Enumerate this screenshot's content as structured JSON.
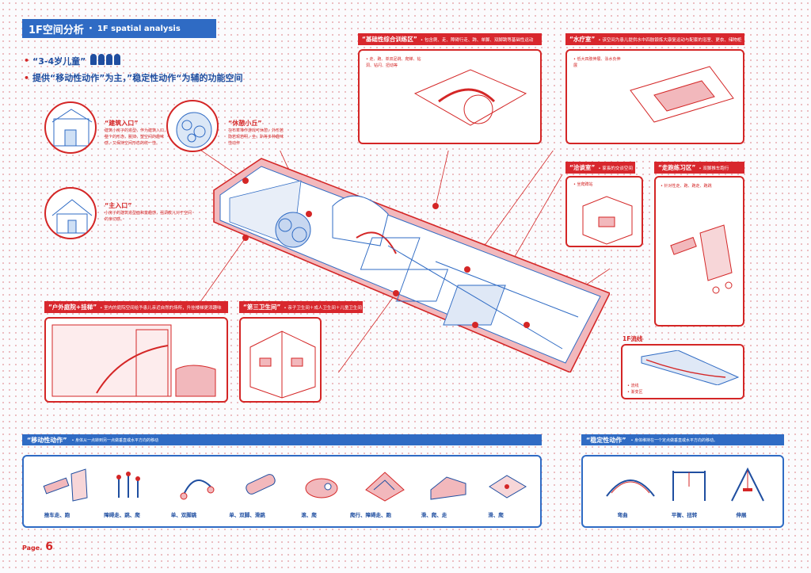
{
  "header": {
    "title": "1F空间分析",
    "separator": "·",
    "subtitle": "1F spatial analysis"
  },
  "bullets": [
    {
      "dot": "•",
      "text": "“3-4岁儿童”"
    },
    {
      "dot": "•",
      "text": "提供“移动性动作”为主，”稳定性动作“为辅的功能空间"
    }
  ],
  "callouts": {
    "building_entrance": {
      "label": "“建筑入口”",
      "text": "建筑小房子的造型，作为建筑入口，整个的形态，脱掉，塑空间的趣味感，又保持空间形态的统一性。"
    },
    "rest_hill": {
      "label": "“休憩小丘”",
      "text": "在布草堆作游戏可休憩，外形若隐若现若明，坐，趴等多种趣味性动作"
    },
    "main_entrance": {
      "label": "“主入口”",
      "text": "小房子的建筑造型面和童趣感，强调教儿对于空间的亲切感。"
    }
  },
  "panels": {
    "training": {
      "label": "“基础性综合训练区”",
      "desc": "• 包含爬、走、障碍行走、跨、单脚、双脚跳等基础性运动",
      "note": "• 走、跑、单双足跳、爬梯、钻洞、钻闪、扭动等"
    },
    "hydro": {
      "label": "“水疗室”",
      "desc": "• 该空间为患儿提供水中四肢锻炼大康复运动与配套的浴室、更衣、储物柜",
      "note": "• 低大四肢伸展、泳水负伸展"
    },
    "talk": {
      "label": "“洽谈室”",
      "desc": "• 家長的交谈空间",
      "note": "• 坐爬蹲站"
    },
    "run": {
      "label": "“走跑练习区”",
      "desc": "• 双脚推车跑行",
      "note": "• 针对性走、跑、跑走、跑跳"
    },
    "yard": {
      "label": "“户外庭院+挂梯”",
      "desc": "• 室内的庭院空间给予患儿亲近自然的场所，升挂楼梯更添趣味"
    },
    "toilet": {
      "label": "“第三卫生间”",
      "desc": "• 亲子卫生间＋成人卫生间＋儿童卫生间"
    }
  },
  "flow": {
    "title": "1F流线",
    "legend": [
      "• 流线",
      "• 渐变区"
    ]
  },
  "mobile": {
    "label": "“移动性动作”",
    "desc": "• 身体从一点转到另一点做垂直或水平方向的移动",
    "items": [
      "推车走、跑",
      "障碍走、跳、爬",
      "单、双脚跳",
      "单、双脚、滑跳",
      "滚、爬",
      "爬行、障碍走、跑",
      "滑、爬、走",
      "滑、爬"
    ]
  },
  "stable": {
    "label": "“稳定性动作”",
    "desc": "• 身体维持在一个定点做垂直或水平方向的移动。",
    "items": [
      "弯曲",
      "平衡、扭转",
      "伸展"
    ]
  },
  "footer": {
    "page_label": "Page.",
    "page_number": "6"
  },
  "colors": {
    "red": "#d42626",
    "blue": "#2f6bc4",
    "dark_blue": "#1f4ea0",
    "pink": "#f2b8bc"
  }
}
